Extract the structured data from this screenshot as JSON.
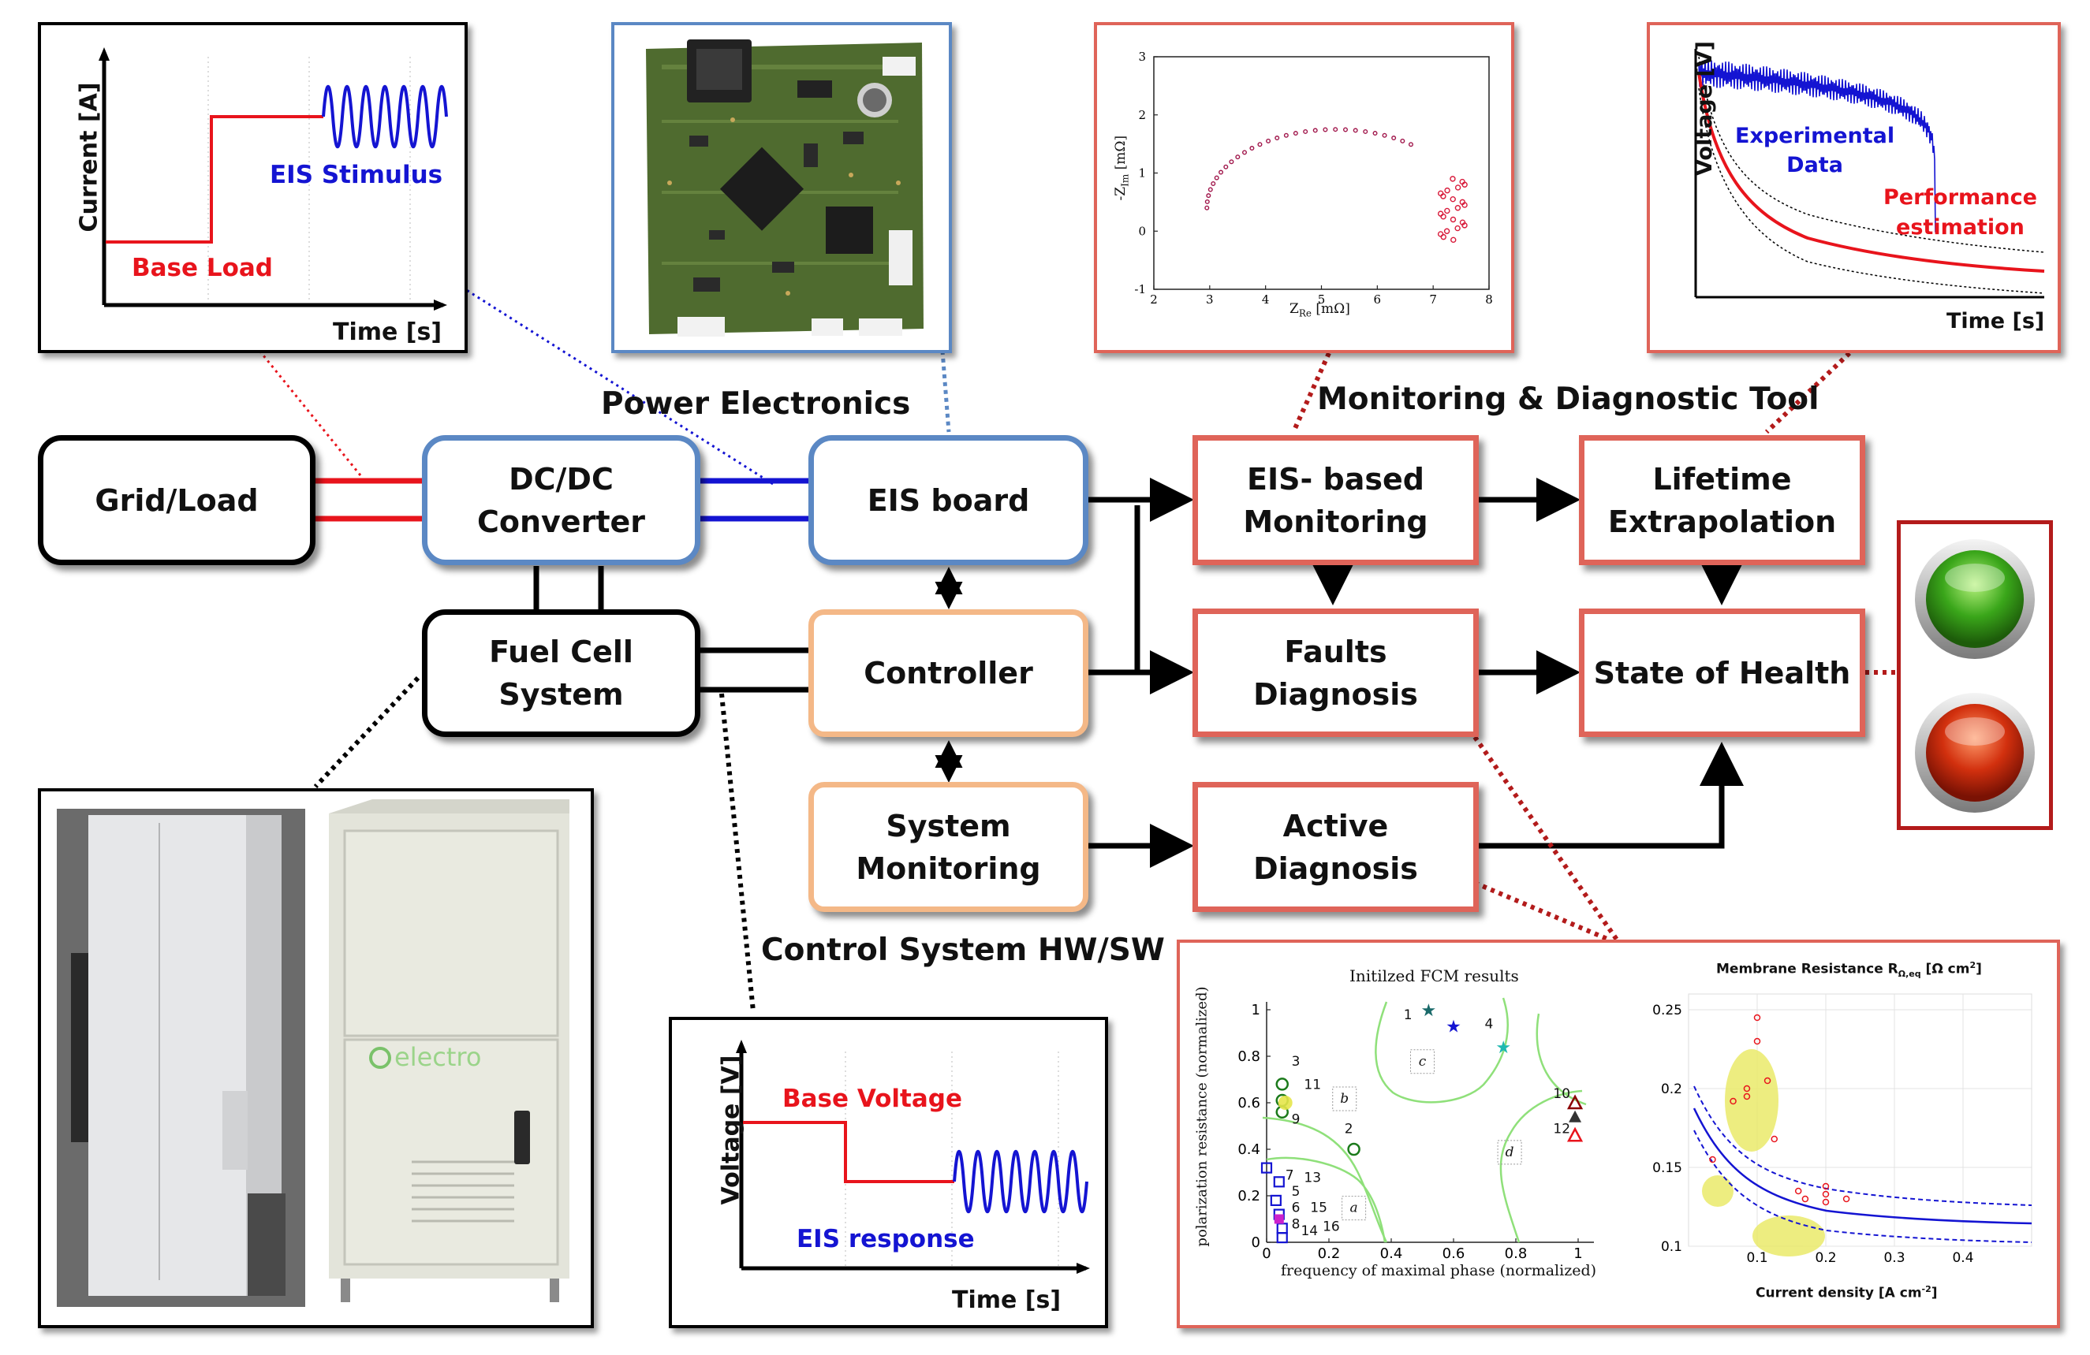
{
  "nodes": {
    "grid_load": "Grid/Load",
    "dcdc": "DC/DC\nConverter",
    "eis_board": "EIS board",
    "fuel_cell": "Fuel Cell\nSystem",
    "controller": "Controller",
    "system_monitoring": "System\nMonitoring",
    "eis_monitoring": "EIS- based\nMonitoring",
    "lifetime": "Lifetime\nExtrapolation",
    "faults": "Faults\nDiagnosis",
    "soh": "State of Health",
    "active": "Active\nDiagnosis"
  },
  "group_labels": {
    "power_electronics": "Power Electronics",
    "monitoring_tool": "Monitoring & Diagnostic Tool",
    "control_system": "Control System HW/SW"
  },
  "panels": {
    "current": {
      "ylabel": "Current [A]",
      "xlabel": "Time [s]",
      "base_load": "Base Load",
      "eis_stimulus": "EIS Stimulus"
    },
    "voltage_response": {
      "ylabel": "Voltage [V]",
      "xlabel": "Time [s]",
      "base_voltage": "Base Voltage",
      "eis_response": "EIS response"
    },
    "nyquist": {
      "xlabel_main": "Z",
      "xlabel_sub": "Re",
      "xlabel_unit": " [mΩ]",
      "ylabel_main": "-Z",
      "ylabel_sub": "Im",
      "ylabel_unit": " [mΩ]",
      "xticks": [
        "2",
        "3",
        "4",
        "5",
        "6",
        "7",
        "8"
      ],
      "yticks": [
        "-1",
        "0",
        "1",
        "2",
        "3"
      ]
    },
    "lifetime_plot": {
      "ylabel": "Voltage [V]",
      "xlabel": "Time [s]",
      "experimental": "Experimental\nData",
      "performance": "Performance\nestimation"
    },
    "fcm": {
      "title": "Initilzed FCM results",
      "xlabel": "frequency of maximal phase (normalized)",
      "ylabel": "polarization resistance (normalized)",
      "xticks": [
        "0",
        "0.2",
        "0.4",
        "0.6",
        "0.8",
        "1"
      ],
      "yticks": [
        "0",
        "0.2",
        "0.4",
        "0.6",
        "0.8",
        "1"
      ],
      "point_labels": [
        "1",
        "2",
        "3",
        "4",
        "5",
        "6",
        "7",
        "8",
        "9",
        "10",
        "11",
        "12",
        "13",
        "14",
        "15",
        "16"
      ],
      "cluster_labels": [
        "a",
        "b",
        "c",
        "d"
      ]
    },
    "membrane": {
      "title_main": "Membrane Resistance R",
      "title_sub": "Ω,eq",
      "title_unit": " [Ω cm",
      "title_sup": "2",
      "title_end": "]",
      "xlabel_main": "Current density [A cm",
      "xlabel_sup": "-2",
      "xlabel_end": "]",
      "xticks": [
        "0.1",
        "0.2",
        "0.3",
        "0.4"
      ],
      "yticks": [
        "0.1",
        "0.15",
        "0.2",
        "0.25"
      ]
    },
    "cabinet": {
      "brand": "electro"
    }
  },
  "colors": {
    "black": "#000000",
    "blue_border": "#5b88c4",
    "orange_border": "#f4b887",
    "red_border": "#df6459",
    "dark_red": "#b31b1b",
    "signal_red": "#e8141c",
    "signal_blue": "#1414d2",
    "green_curve": "#8fe07a",
    "fcm_yellow": "#eaea6a"
  }
}
